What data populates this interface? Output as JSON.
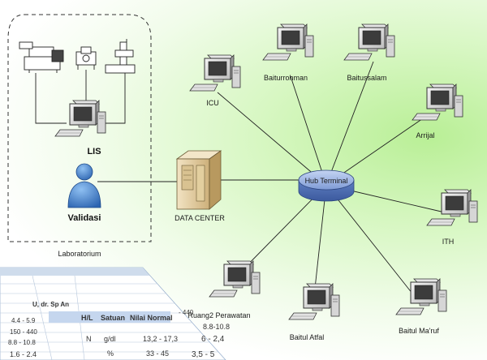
{
  "lab": {
    "box_label": "Laboratorium",
    "lis_label": "LIS",
    "validasi_label": "Validasi"
  },
  "data_center_label": "DATA CENTER",
  "hub_label": "Hub Terminal",
  "nodes": {
    "icu": "ICU",
    "baiturrohman": "Baiturrohman",
    "baitussalam": "Baitussalam",
    "arrijal": "Arrijal",
    "ith": "ITH",
    "baitul_maruf": "Baitul Ma'ruf",
    "baitul_atfal": "Baitul Atfal",
    "ruang2": "Ruang2 Perawatan"
  },
  "lab_sheet": {
    "patient_line": "U, dr. Sp An",
    "headers": [
      "H/L",
      "Satuan",
      "Nilai Normal"
    ],
    "rows": [
      [
        "",
        "",
        "",
        "8.8-10.8"
      ],
      [
        "",
        "N",
        "g/dl",
        "13,2 - 17,3",
        "6 - 2,4"
      ],
      [
        "",
        "",
        "%",
        "33 - 45",
        "3,5 - 5"
      ]
    ],
    "left_values": [
      "4.4 - 5.9",
      "150 - 440",
      "8.8 - 10.8",
      "1.6 - 2.4",
      "- 440"
    ]
  },
  "colors": {
    "background_glow": "#b9ef96",
    "hub_fill": "#6f8fcf",
    "person_fill": "#3b78c4",
    "server_fill": "#e8d3a8",
    "link_line": "#222222"
  }
}
